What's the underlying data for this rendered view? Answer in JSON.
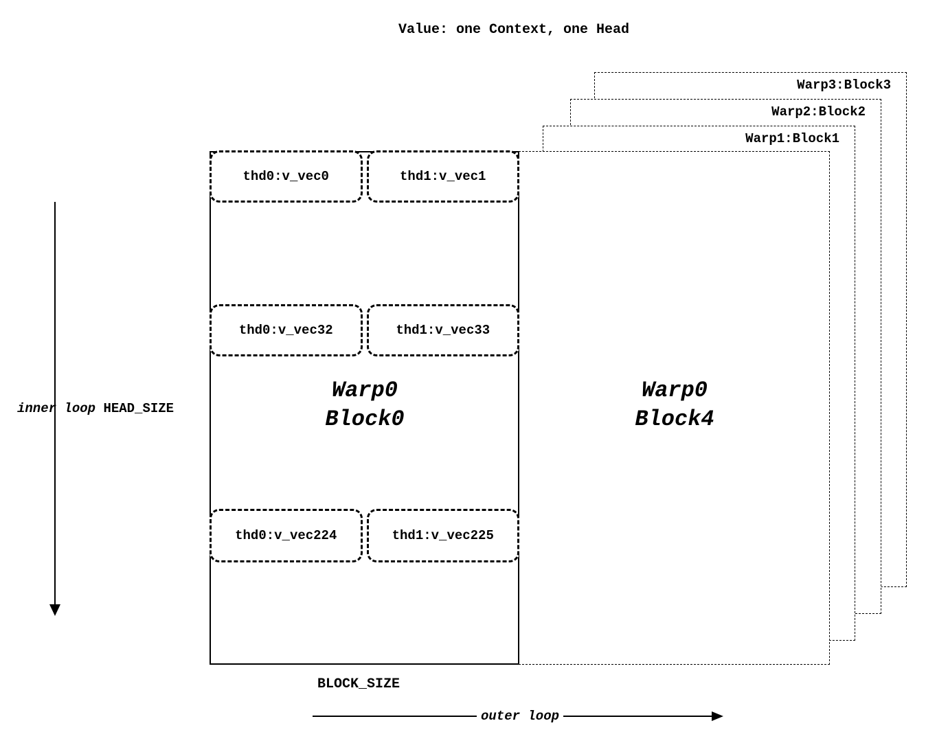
{
  "title": "Value: one Context, one Head",
  "back_blocks": [
    {
      "label": "Warp3:Block3"
    },
    {
      "label": "Warp2:Block2"
    },
    {
      "label": "Warp1:Block1"
    }
  ],
  "block4": {
    "warp": "Warp0",
    "block": "Block4"
  },
  "block0": {
    "warp": "Warp0",
    "block": "Block0",
    "vec_rows": [
      {
        "left": "thd0:v_vec0",
        "right": "thd1:v_vec1"
      },
      {
        "left": "thd0:v_vec32",
        "right": "thd1:v_vec33"
      },
      {
        "left": "thd0:v_vec224",
        "right": "thd1:v_vec225"
      }
    ]
  },
  "labels": {
    "inner_loop": "inner loop",
    "head_size": "HEAD_SIZE",
    "block_size": "BLOCK_SIZE",
    "outer_loop": "outer loop"
  }
}
